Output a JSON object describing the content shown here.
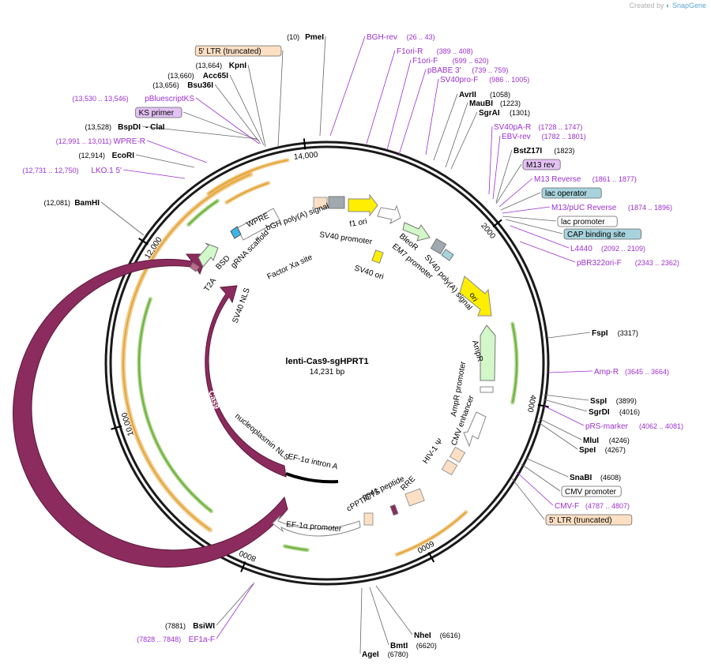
{
  "credit": {
    "prefix": "Created by",
    "brand": "SnapGene"
  },
  "plasmid": {
    "name": "lenti-Cas9-sgHPRT1",
    "size_label": "14,231 bp",
    "length": 14231
  },
  "ticks": [
    {
      "bp": 2000,
      "label": "2000"
    },
    {
      "bp": 4000,
      "label": "4000"
    },
    {
      "bp": 6000,
      "label": "6000"
    },
    {
      "bp": 8000,
      "label": "8000"
    },
    {
      "bp": 10000,
      "label": "10,000"
    },
    {
      "bp": 12000,
      "label": "12,000"
    },
    {
      "bp": 14000,
      "label": "14,000"
    }
  ],
  "labels": [
    {
      "kind": "enzyme",
      "pos": "(10)",
      "name": "PmeI"
    },
    {
      "kind": "primer",
      "name": "BGH-rev",
      "range": "(26 .. 43)"
    },
    {
      "kind": "primer",
      "name": "F1ori-R",
      "range": "(389 .. 408)"
    },
    {
      "kind": "primer",
      "name": "F1ori-F",
      "range": "(599 .. 620)"
    },
    {
      "kind": "primer",
      "name": "pBABE 3'",
      "range": "(739 .. 759)"
    },
    {
      "kind": "primer",
      "name": "SV40pro-F",
      "range": "(986 .. 1005)"
    },
    {
      "kind": "enzyme",
      "name": "AvrII",
      "pos": "(1058)"
    },
    {
      "kind": "enzyme",
      "name": "MauBI",
      "pos": "(1223)"
    },
    {
      "kind": "enzyme",
      "name": "SgrAI",
      "pos": "(1301)"
    },
    {
      "kind": "primer",
      "name": "SV40pA-R",
      "range": "(1728 .. 1747)"
    },
    {
      "kind": "primer",
      "name": "EBV-rev",
      "range": "(1782 .. 1801)"
    },
    {
      "kind": "enzyme",
      "name": "BstZ17I",
      "pos": "(1823)"
    },
    {
      "kind": "box-primer",
      "name": "M13 rev"
    },
    {
      "kind": "primer",
      "name": "M13 Reverse",
      "range": "(1861 .. 1877)"
    },
    {
      "kind": "box-teal",
      "name": "lac operator"
    },
    {
      "kind": "primer",
      "name": "M13/pUC Reverse",
      "range": "(1874 .. 1896)"
    },
    {
      "kind": "box-white",
      "name": "lac promoter"
    },
    {
      "kind": "box-teal",
      "name": "CAP binding site"
    },
    {
      "kind": "primer",
      "name": "L4440",
      "range": "(2092 .. 2109)"
    },
    {
      "kind": "primer",
      "name": "pBR322ori-F",
      "range": "(2343 .. 2362)"
    },
    {
      "kind": "enzyme",
      "name": "FspI",
      "pos": "(3317)"
    },
    {
      "kind": "primer",
      "name": "Amp-R",
      "range": "(3645 .. 3664)"
    },
    {
      "kind": "enzyme",
      "name": "SspI",
      "pos": "(3899)"
    },
    {
      "kind": "enzyme",
      "name": "SgrDI",
      "pos": "(4016)"
    },
    {
      "kind": "primer",
      "name": "pRS-marker",
      "range": "(4062 .. 4081)"
    },
    {
      "kind": "enzyme",
      "name": "MluI",
      "pos": "(4246)"
    },
    {
      "kind": "enzyme",
      "name": "SpeI",
      "pos": "(4267)"
    },
    {
      "kind": "enzyme",
      "name": "SnaBI",
      "pos": "(4608)"
    },
    {
      "kind": "box-white",
      "name": "CMV promoter"
    },
    {
      "kind": "primer",
      "name": "CMV-F",
      "range": "(4787 .. 4807)"
    },
    {
      "kind": "box-peach",
      "name": "5' LTR (truncated)"
    },
    {
      "kind": "enzyme",
      "name": "NheI",
      "pos": "(6616)"
    },
    {
      "kind": "enzyme",
      "name": "BmtI",
      "pos": "(6620)"
    },
    {
      "kind": "enzyme",
      "name": "AgeI",
      "pos": "(6780)"
    },
    {
      "kind": "enzyme",
      "name": "BsiWI",
      "pos": "(7881)"
    },
    {
      "kind": "primer",
      "name": "EF1a-F",
      "range": "(7828 .. 7848)"
    },
    {
      "kind": "enzyme",
      "name": "BamHI",
      "pos": "(12,081)"
    },
    {
      "kind": "primer",
      "name": "LKO.1 5'",
      "range": "(12,731 .. 12,750)"
    },
    {
      "kind": "enzyme",
      "name": "EcoRI",
      "pos": "(12,914)"
    },
    {
      "kind": "primer",
      "name": "WPRE-R",
      "range": "(12,991 .. 13,011)"
    },
    {
      "kind": "enzyme",
      "name": "BspDI",
      "pos": "(13,528)",
      "extra": "ClaI"
    },
    {
      "kind": "box-primer",
      "name": "KS primer"
    },
    {
      "kind": "primer",
      "name": "pBluescriptKS",
      "range": "(13,530 .. 13,546)"
    },
    {
      "kind": "enzyme",
      "name": "Bsu36I",
      "pos": "(13,656)"
    },
    {
      "kind": "enzyme",
      "name": "Acc65I",
      "pos": "(13,660)"
    },
    {
      "kind": "enzyme",
      "name": "KpnI",
      "pos": "(13,664)"
    },
    {
      "kind": "box-peach",
      "name": "5' LTR (truncated)"
    }
  ],
  "features": [
    "bGH poly(A) signal",
    "f1 ori",
    "SV40 promoter",
    "SV40 ori",
    "BleoR",
    "EM7 promoter",
    "SV40 poly(A) signal",
    "ori",
    "AmpR",
    "AmpR promoter",
    "CMV enhancer",
    "HIV-1 Ψ",
    "RRE",
    "gp41 peptide",
    "cPPT/CTS",
    "EF-1α promoter",
    "EF-1α intron A",
    "nucleoplasmin NLS",
    "Cas9",
    "Cas9",
    "SV40 NLS",
    "T2A",
    "BSD",
    "gRNA scaffold",
    "Factor Xa site",
    "WPRE"
  ],
  "colors": {
    "backbone": "#222222",
    "enzyme_text": "#000000",
    "primer": "#9b30d0",
    "primer_box": "#e4c1f4",
    "teal_box": "#a6d3dc",
    "peach_box": "#fde0c4",
    "cas9": "#8c2b5e",
    "marker_green": "#d2f7c8",
    "ori_yellow": "#ffee00",
    "orf_orange": "#e5a63a",
    "orf_green": "#6fb33a"
  }
}
